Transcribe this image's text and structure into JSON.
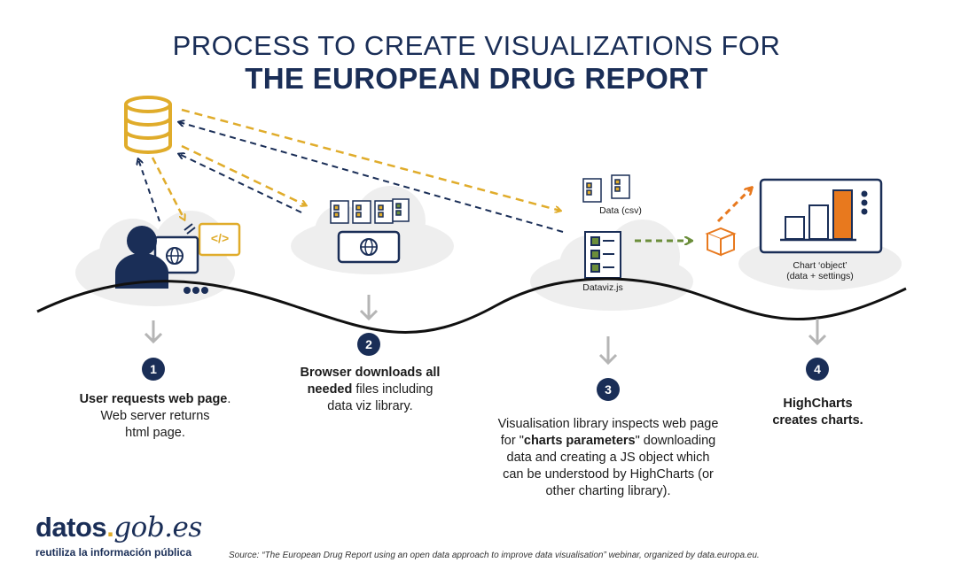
{
  "title": {
    "line1": "PROCESS TO CREATE VISUALIZATIONS FOR",
    "line2": "THE EUROPEAN DRUG REPORT"
  },
  "labels": {
    "data_csv": "Data (csv)",
    "dataviz_js": "Dataviz.js",
    "chart_object_1": "Chart ‘object’",
    "chart_object_2": "(data + settings)",
    "code_tag": "</>"
  },
  "steps": [
    {
      "number": "1",
      "bold": "User requests web page",
      "text_a": ".",
      "text_b": "Web server returns",
      "text_c": "html page."
    },
    {
      "number": "2",
      "bold_a": "Browser downloads all",
      "bold_b": "needed",
      "text_a": " files including",
      "text_b": "data viz library."
    },
    {
      "number": "3",
      "text_a": "Visualisation library inspects web page",
      "text_b": "for \"",
      "bold": "charts parameters",
      "text_c": "\" downloading",
      "text_d": "data and creating a JS object which",
      "text_e": "can be understood by HighCharts (or",
      "text_f": "other charting library)."
    },
    {
      "number": "4",
      "bold_a": "HighCharts",
      "bold_b": "creates charts."
    }
  ],
  "logo": {
    "datos": "datos",
    "dot": ".",
    "gob": "gob.es",
    "tagline": "reutiliza la información pública"
  },
  "source": "Source:  “The European Drug Report using an open data approach to improve data visualisation” webinar, organized by data.europa.eu.",
  "colors": {
    "navy": "#1a2e57",
    "gold": "#e0ac2b",
    "green": "#6b8e3a",
    "orange": "#e8791e",
    "cloud": "#eeeeee"
  },
  "icons": [
    "database-icon",
    "user-icon",
    "code-icon",
    "globe-icon",
    "document-icon",
    "package-icon",
    "chart-icon"
  ]
}
